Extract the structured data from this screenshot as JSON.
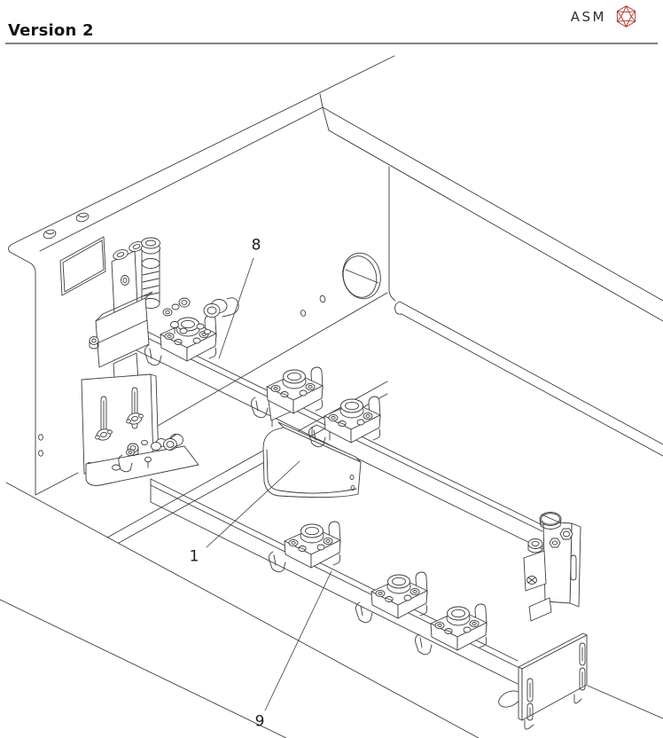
{
  "page": {
    "title": "Version 2",
    "brand": {
      "name": "ASM"
    }
  },
  "figure": {
    "name": "tape-rail-assembly-isometric-drawing",
    "callouts": [
      {
        "label": "8"
      },
      {
        "label": "1"
      },
      {
        "label": "9"
      }
    ]
  },
  "colors": {
    "line": "#3c3c3c",
    "rule": "#828282",
    "brand_red": "#a9342c",
    "brand_text": "#2e2e2e",
    "text": "#141414"
  }
}
